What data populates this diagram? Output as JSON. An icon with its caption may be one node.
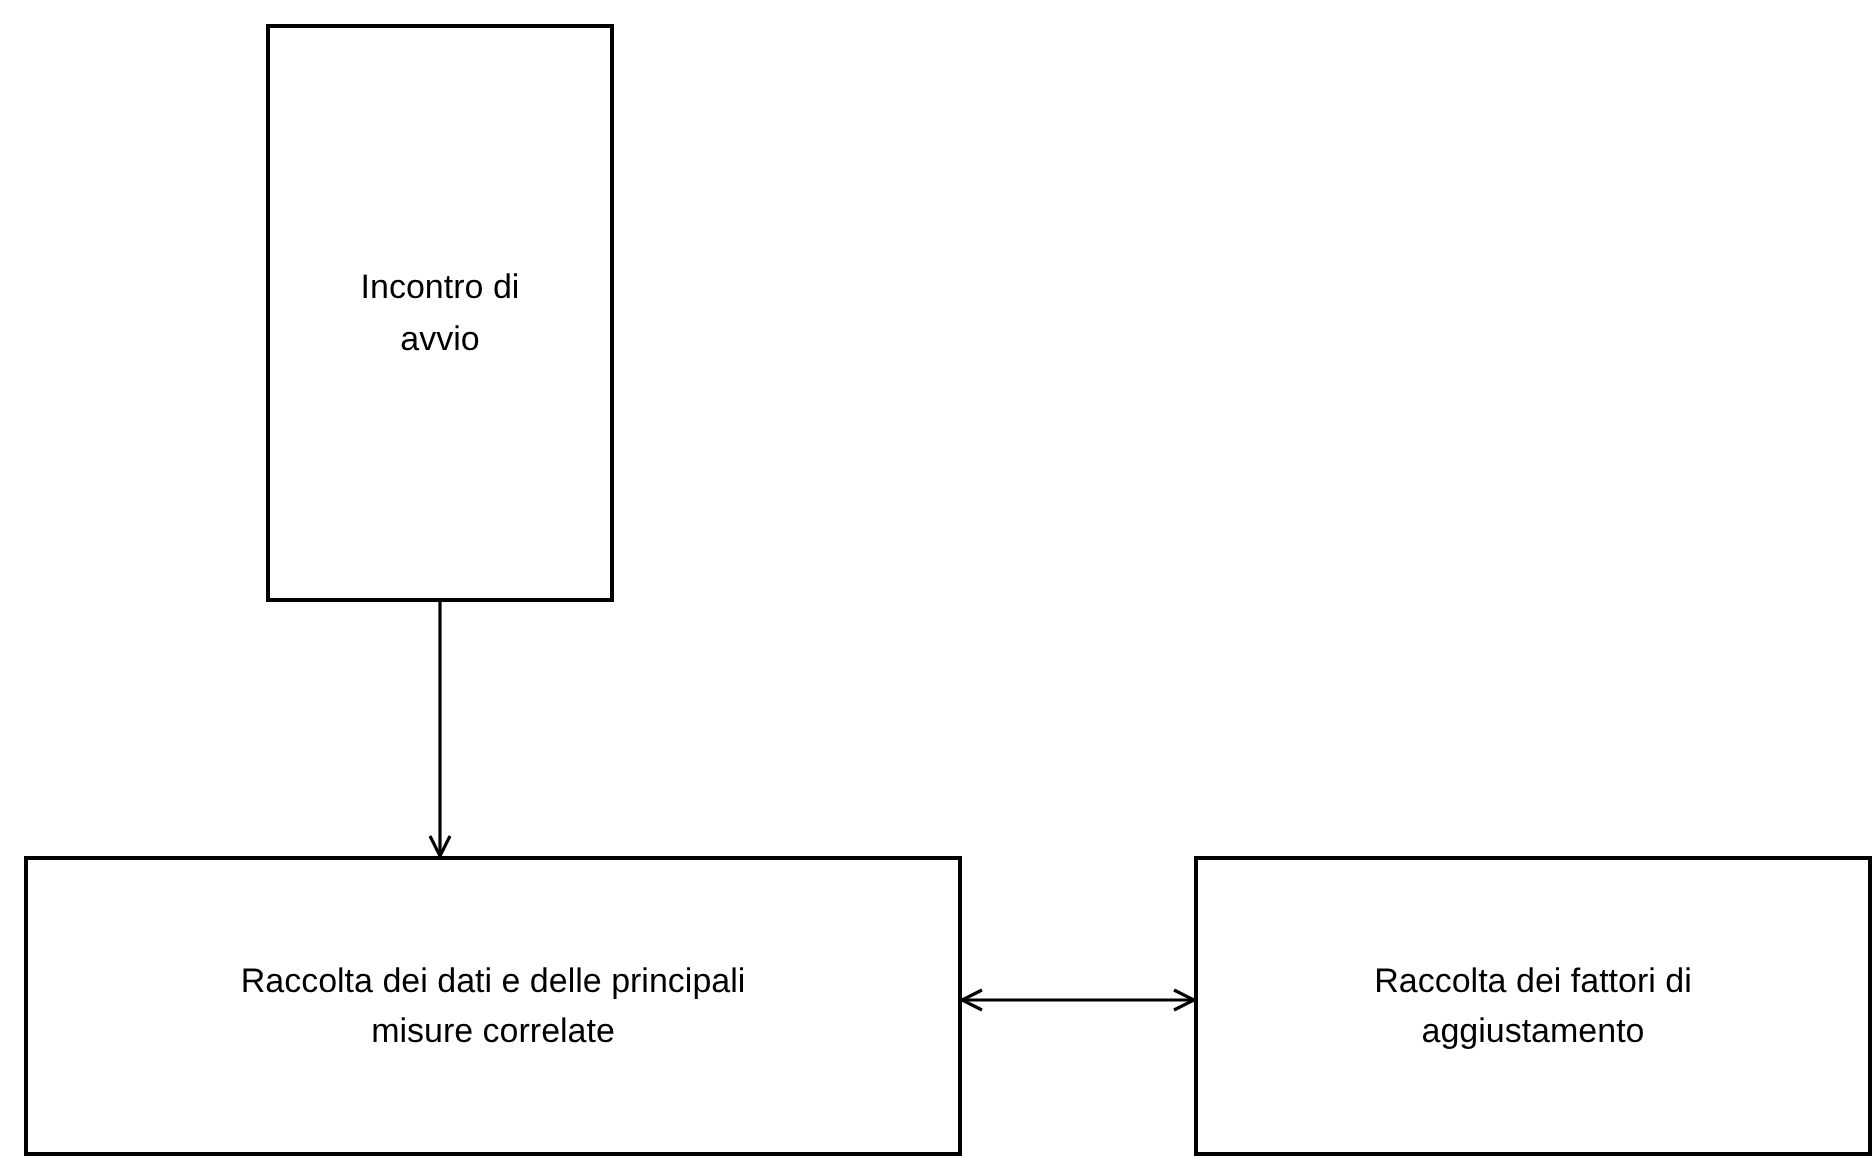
{
  "diagram": {
    "nodes": [
      {
        "text": [
          "Incontro di avvio"
        ]
      },
      {
        "text": [
          "Raccolta dei dati e delle principali misure correlate"
        ]
      },
      {
        "text": [
          "Raccolta dei fattori di aggiustamento"
        ]
      }
    ],
    "edges": [
      {
        "from": 0,
        "to": 1,
        "arrow": "to"
      },
      {
        "from": 1,
        "to": 2,
        "arrow": "both"
      }
    ]
  }
}
